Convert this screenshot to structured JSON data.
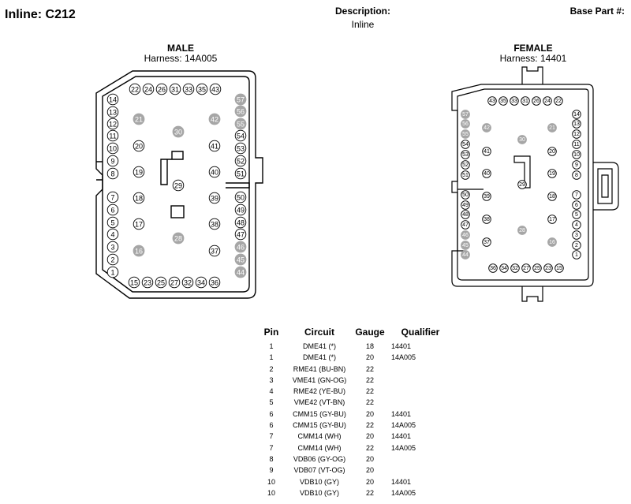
{
  "header": {
    "title": "Inline: C212",
    "description_label": "Description:",
    "description_value": "Inline",
    "base_part_label": "Base Part #:"
  },
  "male": {
    "title": "MALE",
    "harness": "Harness: 14A005",
    "pins": [
      {
        "n": "22"
      },
      {
        "n": "24"
      },
      {
        "n": "26"
      },
      {
        "n": "31"
      },
      {
        "n": "33"
      },
      {
        "n": "35"
      },
      {
        "n": "43"
      },
      {
        "n": "14"
      },
      {
        "n": "13"
      },
      {
        "n": "12"
      },
      {
        "n": "11"
      },
      {
        "n": "10"
      },
      {
        "n": "9"
      },
      {
        "n": "8"
      },
      {
        "n": "7"
      },
      {
        "n": "6"
      },
      {
        "n": "5"
      },
      {
        "n": "4"
      },
      {
        "n": "3"
      },
      {
        "n": "2"
      },
      {
        "n": "1"
      },
      {
        "n": "21",
        "g": true
      },
      {
        "n": "42",
        "g": true
      },
      {
        "n": "30",
        "g": true
      },
      {
        "n": "20"
      },
      {
        "n": "41"
      },
      {
        "n": "19"
      },
      {
        "n": "40"
      },
      {
        "n": "29"
      },
      {
        "n": "18"
      },
      {
        "n": "39"
      },
      {
        "n": "17"
      },
      {
        "n": "38"
      },
      {
        "n": "28",
        "g": true
      },
      {
        "n": "16",
        "g": true
      },
      {
        "n": "37"
      },
      {
        "n": "57",
        "g": true
      },
      {
        "n": "56",
        "g": true
      },
      {
        "n": "55",
        "g": true
      },
      {
        "n": "54"
      },
      {
        "n": "53"
      },
      {
        "n": "52"
      },
      {
        "n": "51"
      },
      {
        "n": "50"
      },
      {
        "n": "49"
      },
      {
        "n": "48"
      },
      {
        "n": "47"
      },
      {
        "n": "46",
        "g": true
      },
      {
        "n": "45",
        "g": true
      },
      {
        "n": "44",
        "g": true
      },
      {
        "n": "15"
      },
      {
        "n": "23"
      },
      {
        "n": "25"
      },
      {
        "n": "27"
      },
      {
        "n": "32"
      },
      {
        "n": "34"
      },
      {
        "n": "36"
      }
    ]
  },
  "female": {
    "title": "FEMALE",
    "harness": "Harness: 14401",
    "pins": [
      {
        "n": "43"
      },
      {
        "n": "35"
      },
      {
        "n": "33"
      },
      {
        "n": "31"
      },
      {
        "n": "26"
      },
      {
        "n": "24"
      },
      {
        "n": "22"
      },
      {
        "n": "57",
        "g": true
      },
      {
        "n": "56",
        "g": true
      },
      {
        "n": "55",
        "g": true
      },
      {
        "n": "54"
      },
      {
        "n": "53"
      },
      {
        "n": "52"
      },
      {
        "n": "51"
      },
      {
        "n": "42",
        "g": true
      },
      {
        "n": "30",
        "g": true
      },
      {
        "n": "21",
        "g": true
      },
      {
        "n": "41"
      },
      {
        "n": "20"
      },
      {
        "n": "40"
      },
      {
        "n": "19"
      },
      {
        "n": "29"
      },
      {
        "n": "50"
      },
      {
        "n": "49"
      },
      {
        "n": "48"
      },
      {
        "n": "47"
      },
      {
        "n": "46",
        "g": true
      },
      {
        "n": "45",
        "g": true
      },
      {
        "n": "44",
        "g": true
      },
      {
        "n": "39"
      },
      {
        "n": "18"
      },
      {
        "n": "38"
      },
      {
        "n": "17"
      },
      {
        "n": "28",
        "g": true
      },
      {
        "n": "37"
      },
      {
        "n": "16",
        "g": true
      },
      {
        "n": "14"
      },
      {
        "n": "13"
      },
      {
        "n": "12"
      },
      {
        "n": "11"
      },
      {
        "n": "10"
      },
      {
        "n": "9"
      },
      {
        "n": "8"
      },
      {
        "n": "7"
      },
      {
        "n": "6"
      },
      {
        "n": "5"
      },
      {
        "n": "4"
      },
      {
        "n": "3"
      },
      {
        "n": "2"
      },
      {
        "n": "1"
      },
      {
        "n": "36"
      },
      {
        "n": "34"
      },
      {
        "n": "32"
      },
      {
        "n": "27"
      },
      {
        "n": "25"
      },
      {
        "n": "23"
      },
      {
        "n": "15"
      }
    ]
  },
  "table": {
    "headers": {
      "pin": "Pin",
      "circuit": "Circuit",
      "gauge": "Gauge",
      "qualifier": "Qualifier"
    },
    "rows": [
      {
        "pin": "1",
        "circuit": "DME41 (*)",
        "gauge": "18",
        "qualifier": "14401"
      },
      {
        "pin": "1",
        "circuit": "DME41 (*)",
        "gauge": "20",
        "qualifier": "14A005"
      },
      {
        "pin": "2",
        "circuit": "RME41 (BU-BN)",
        "gauge": "22",
        "qualifier": ""
      },
      {
        "pin": "3",
        "circuit": "VME41 (GN-OG)",
        "gauge": "22",
        "qualifier": ""
      },
      {
        "pin": "4",
        "circuit": "RME42 (YE-BU)",
        "gauge": "22",
        "qualifier": ""
      },
      {
        "pin": "5",
        "circuit": "VME42 (VT-BN)",
        "gauge": "22",
        "qualifier": ""
      },
      {
        "pin": "6",
        "circuit": "CMM15 (GY-BU)",
        "gauge": "20",
        "qualifier": "14401"
      },
      {
        "pin": "6",
        "circuit": "CMM15 (GY-BU)",
        "gauge": "22",
        "qualifier": "14A005"
      },
      {
        "pin": "7",
        "circuit": "CMM14 (WH)",
        "gauge": "20",
        "qualifier": "14401"
      },
      {
        "pin": "7",
        "circuit": "CMM14 (WH)",
        "gauge": "22",
        "qualifier": "14A005"
      },
      {
        "pin": "8",
        "circuit": "VDB06 (GY-OG)",
        "gauge": "20",
        "qualifier": ""
      },
      {
        "pin": "9",
        "circuit": "VDB07 (VT-OG)",
        "gauge": "20",
        "qualifier": ""
      },
      {
        "pin": "10",
        "circuit": "VDB10 (GY)",
        "gauge": "20",
        "qualifier": "14401"
      },
      {
        "pin": "10",
        "circuit": "VDB10 (GY)",
        "gauge": "22",
        "qualifier": "14A005"
      }
    ]
  }
}
